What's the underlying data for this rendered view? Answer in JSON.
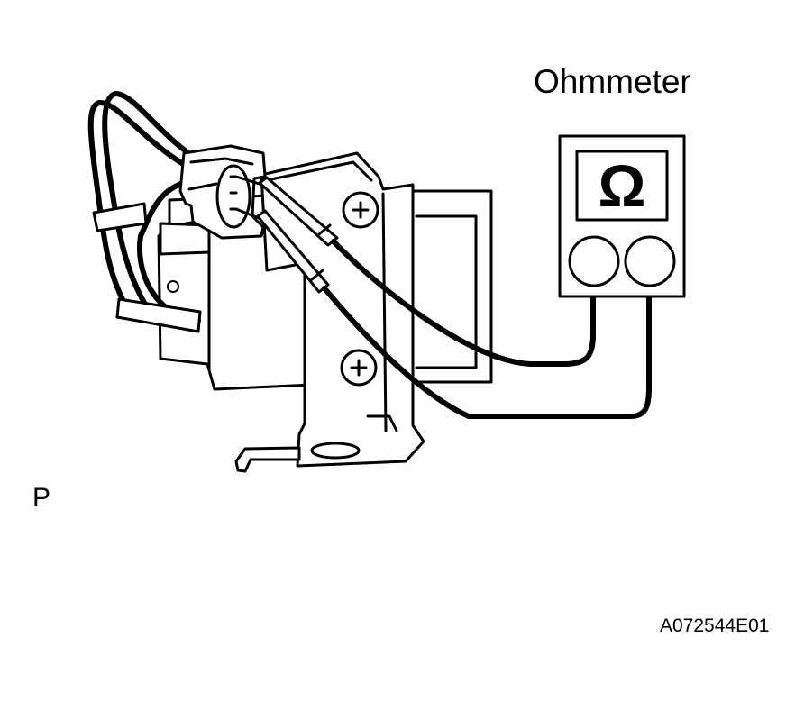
{
  "labels": {
    "meter_title": "Ohmmeter",
    "view_letter": "P",
    "figure_code": "A072544E01",
    "meter_symbol": "Ω"
  },
  "colors": {
    "line": "#000000",
    "background": "#ffffff"
  },
  "icons": {
    "meter_symbol": "omega-icon",
    "screws": "phillips-screw-icon"
  }
}
